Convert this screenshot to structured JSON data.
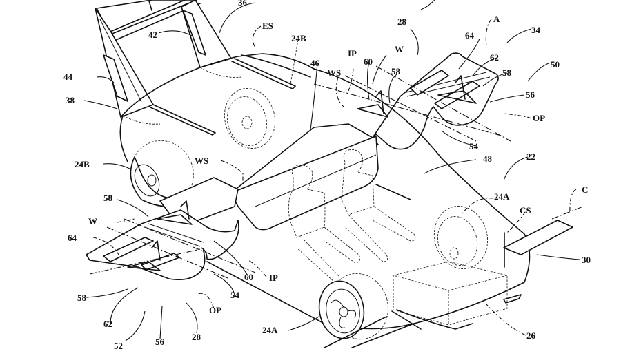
{
  "figure": {
    "type": "patent-drawing",
    "subject": "flying car with folding wings and ducted rotors",
    "labels": {
      "l36": "36",
      "l42": "42",
      "lES": "ES",
      "l24B_top": "24B",
      "l44": "44",
      "l38": "38",
      "l24B_left": "24B",
      "lWS_left": "WS",
      "l46": "46",
      "l28_top": "28",
      "lA": "A",
      "l34": "34",
      "l64_top": "64",
      "l62_top": "62",
      "l58_top_r": "58",
      "l50": "50",
      "l56_top": "56",
      "lOP_top": "OP",
      "lIP_top": "IP",
      "lW_top": "W",
      "l60_top": "60",
      "l58_top_l": "58",
      "lWS_top": "WS",
      "l54_top": "54",
      "l48": "48",
      "l22": "22",
      "l58_left": "58",
      "lW_left": "W",
      "l64_left": "64",
      "l58_bot": "58",
      "l62_bot": "62",
      "l52": "52",
      "l56_bot": "56",
      "lOP_bot": "OP",
      "l28_bot": "28",
      "l54_bot": "54",
      "l60_bot": "60",
      "lIP_bot": "IP",
      "l24A_bot": "24A",
      "l24A_top": "24A",
      "lCS": "CS",
      "lC": "C",
      "l30": "30",
      "l26": "26"
    }
  }
}
